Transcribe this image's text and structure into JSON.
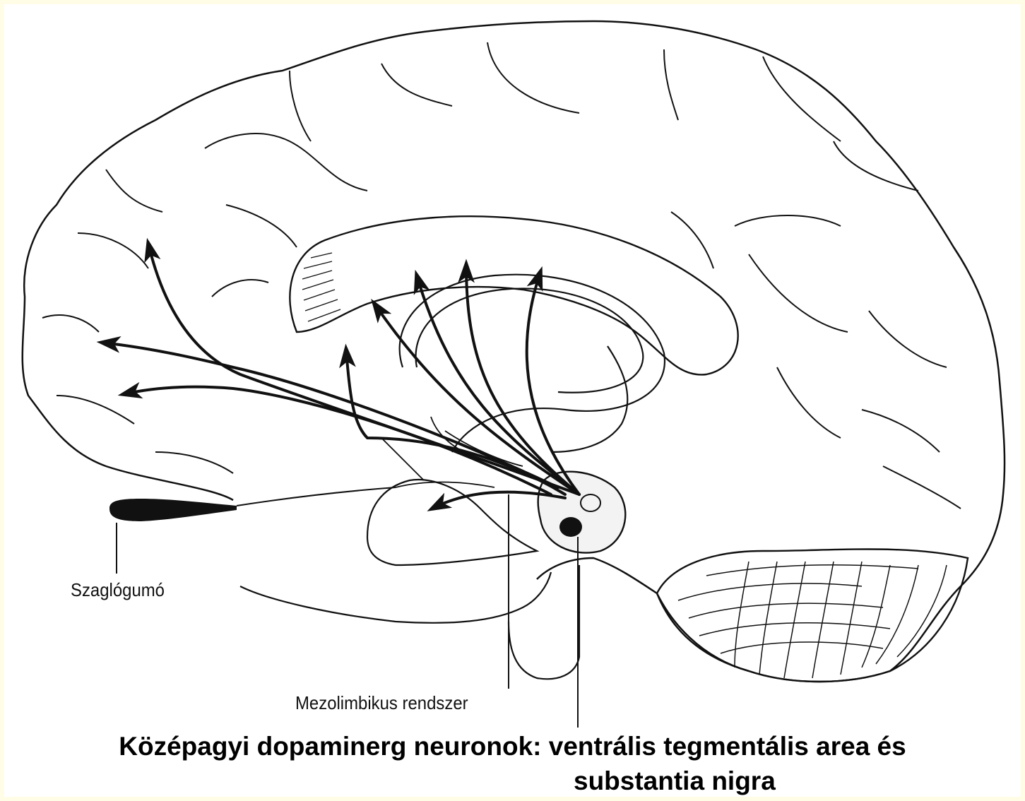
{
  "labels": {
    "olfactory_tubercle": "Szaglógumó",
    "mesolimbic_system": "Mezolimbikus rendszer"
  },
  "caption": {
    "line1": "Középagyi dopaminerg neuronok: ventrális tegmentális area és",
    "line2": "substantia nigra"
  },
  "colors": {
    "ink": "#111111",
    "background": "#ffffff",
    "border": "#fffde6"
  }
}
